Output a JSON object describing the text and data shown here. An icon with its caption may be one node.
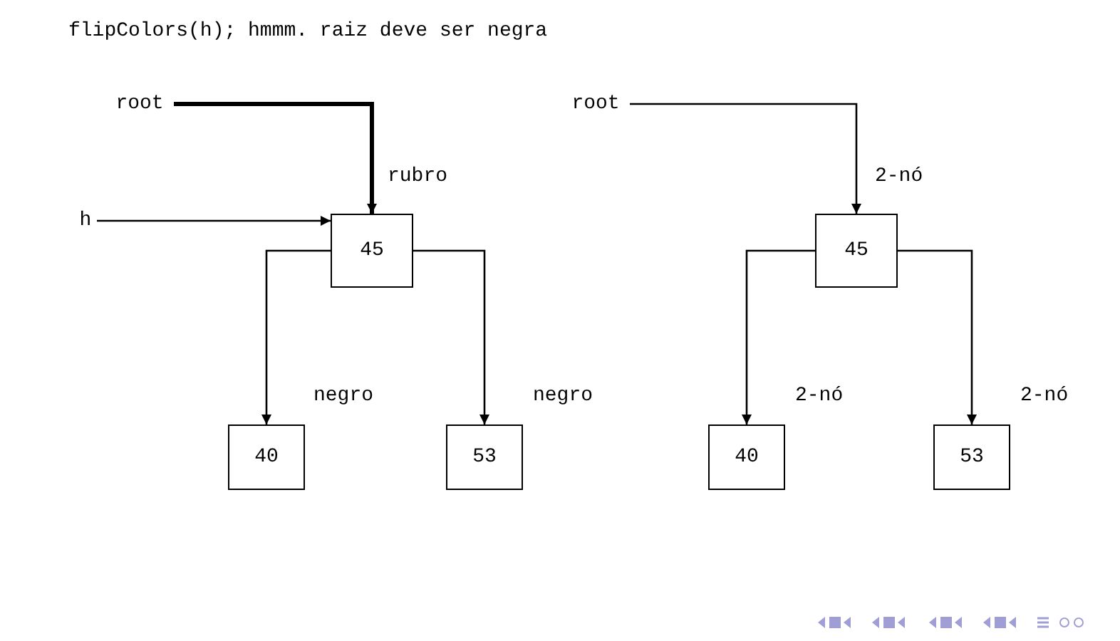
{
  "diagram": {
    "title": "flipColors(h); hmmm. raiz deve ser negra",
    "nodes": [
      {
        "text": [
          "root"
        ]
      },
      {
        "text": [
          "h"
        ]
      },
      {
        "text": [
          "45"
        ],
        "beside": [
          "rubro"
        ]
      },
      {
        "text": [
          "40"
        ],
        "beside": [
          "negro"
        ]
      },
      {
        "text": [
          "53"
        ],
        "beside": [
          "negro"
        ]
      },
      {
        "text": [
          "root"
        ]
      },
      {
        "text": [
          "45"
        ],
        "beside": [
          "2-nó"
        ]
      },
      {
        "text": [
          "40"
        ],
        "beside": [
          "2-nó"
        ]
      },
      {
        "text": [
          "53"
        ],
        "beside": [
          "2-nó"
        ]
      }
    ],
    "edges": [
      {
        "from": 0,
        "to": 2,
        "arrow": "to",
        "style": "thick"
      },
      {
        "from": 1,
        "to": 2,
        "arrow": "to"
      },
      {
        "from": 2,
        "to": 3,
        "arrow": "to"
      },
      {
        "from": 2,
        "to": 4,
        "arrow": "to"
      },
      {
        "from": 5,
        "to": 6,
        "arrow": "to"
      },
      {
        "from": 6,
        "to": 7,
        "arrow": "to"
      },
      {
        "from": 6,
        "to": 8,
        "arrow": "to"
      }
    ]
  }
}
